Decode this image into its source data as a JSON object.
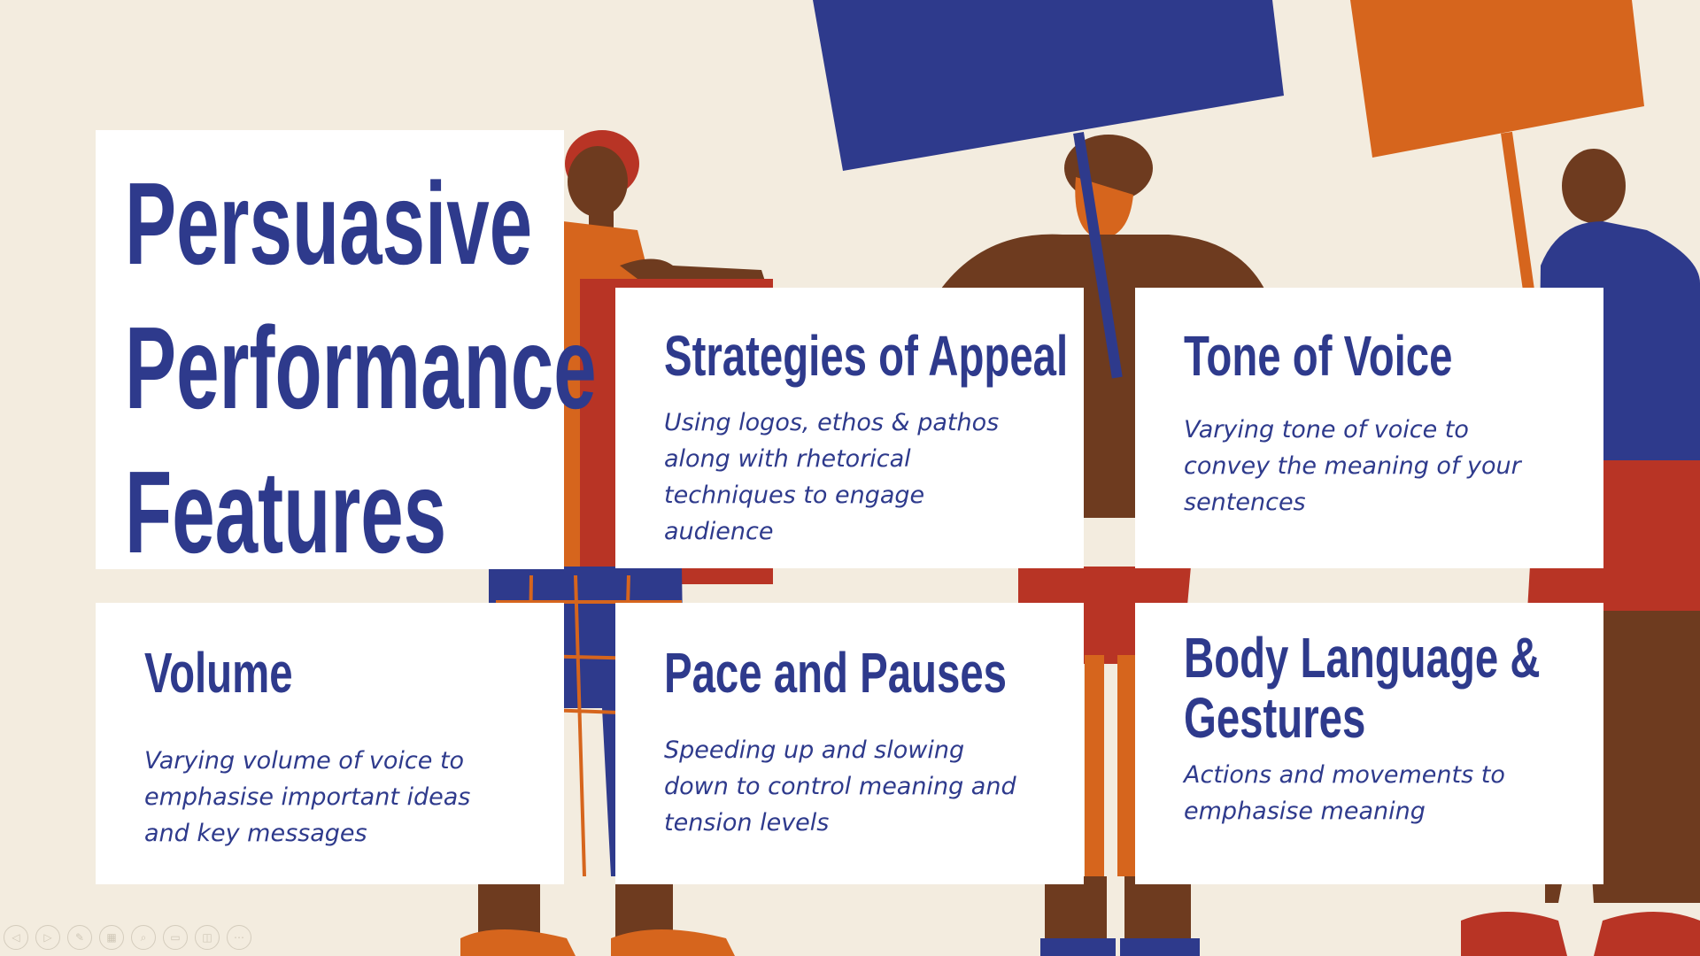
{
  "slide": {
    "title_lines": [
      "Persuasive",
      "Performance",
      "Features"
    ],
    "cards": [
      {
        "heading": "Strategies of Appeal",
        "body": [
          "Using logos, ethos & pathos",
          "along with rhetorical",
          "techniques to engage",
          "audience"
        ]
      },
      {
        "heading": "Tone of Voice",
        "body": [
          "Varying tone of voice to",
          "convey the meaning of your",
          "sentences"
        ]
      },
      {
        "heading": "Volume",
        "body": [
          "Varying volume of voice to",
          "emphasise important ideas",
          "and key messages"
        ]
      },
      {
        "heading": "Pace and Pauses",
        "body": [
          "Speeding up and slowing",
          "down to control meaning and",
          "tension levels"
        ]
      },
      {
        "heading_lines": [
          "Body Language &",
          "Gestures"
        ],
        "body": [
          "Actions and movements to",
          "emphasise meaning"
        ]
      }
    ]
  },
  "toolbar": {
    "buttons": [
      {
        "name": "previous-slide",
        "icon": "arrow-left-icon",
        "glyph": "◁"
      },
      {
        "name": "next-slide",
        "icon": "arrow-right-icon",
        "glyph": "▷"
      },
      {
        "name": "pen",
        "icon": "pen-icon",
        "glyph": "✎"
      },
      {
        "name": "see-all-slides",
        "icon": "grid-icon",
        "glyph": "▦"
      },
      {
        "name": "zoom",
        "icon": "magnifier-icon",
        "glyph": "⌕"
      },
      {
        "name": "subtitles",
        "icon": "subtitles-icon",
        "glyph": "▭"
      },
      {
        "name": "camera",
        "icon": "camera-icon",
        "glyph": "◫"
      },
      {
        "name": "more-options",
        "icon": "ellipsis-icon",
        "glyph": "⋯"
      }
    ]
  },
  "colors": {
    "background": "#f3ecdf",
    "navy": "#2e3a8c",
    "orange": "#d6651d",
    "red": "#b83425",
    "brown": "#6e3b1f",
    "card": "#ffffff"
  }
}
